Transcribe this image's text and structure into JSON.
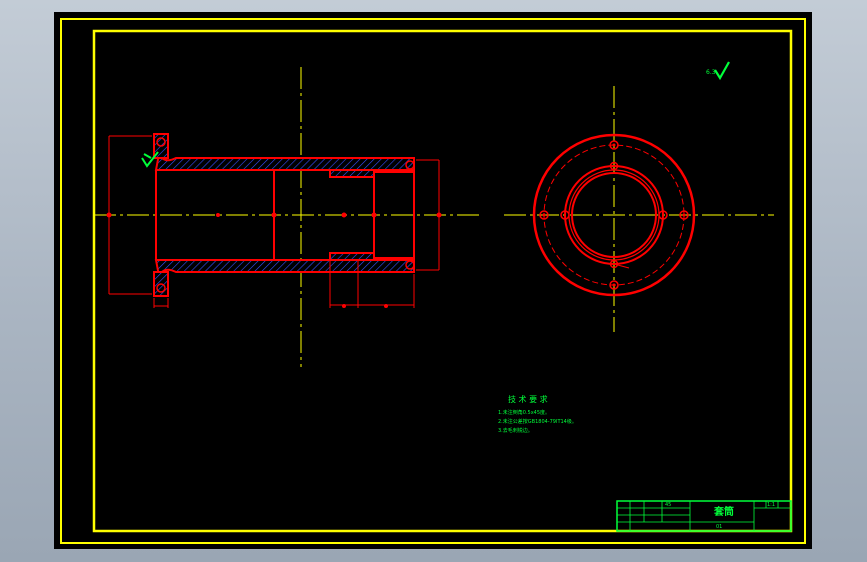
{
  "drawing": {
    "background": "#000000",
    "frame_color": "#ffff00",
    "part_color": "#ff0000",
    "annotation_color": "#00ff3a",
    "centerline_color": "#ffff00"
  },
  "views": {
    "section_view": "section-view",
    "end_view": "end-view"
  },
  "roughness_symbol": {
    "value": "6.3",
    "icon": "surface-roughness-icon"
  },
  "technical_requirements": {
    "heading": "技 术 要 求",
    "lines": [
      "1.未注倒角0.5x45度。",
      "2.未注公差按GB1804-79IT14级。",
      "3.去毛刺锐边。"
    ]
  },
  "title_block": {
    "part_name": "套筒",
    "scale": "1:1",
    "material": "45",
    "drawing_no": "01"
  }
}
